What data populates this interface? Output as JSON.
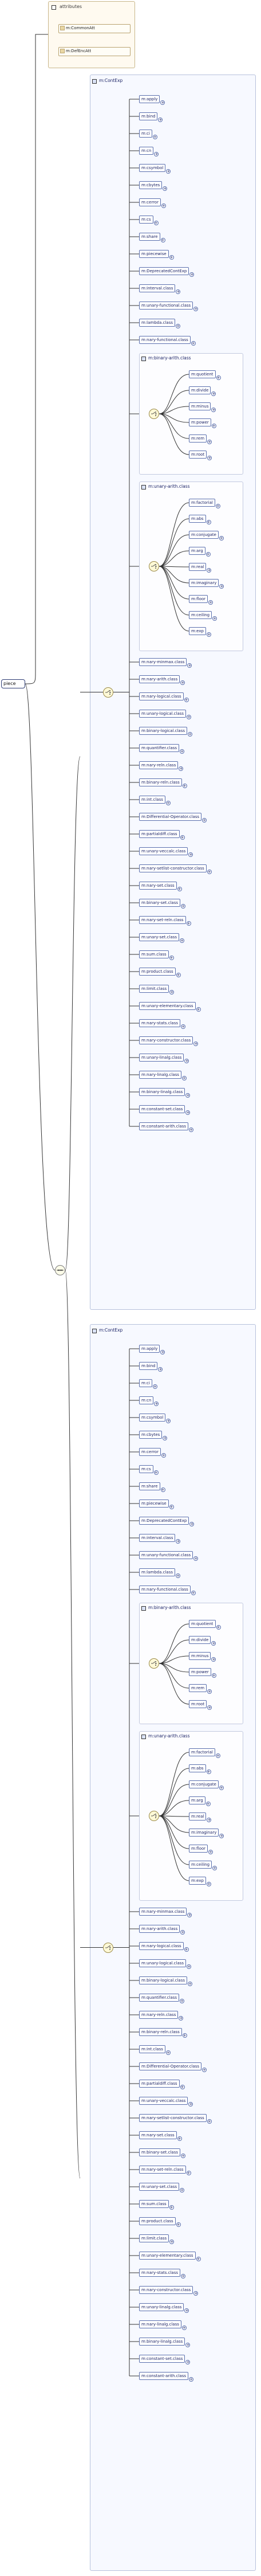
{
  "root": {
    "label": "piece"
  },
  "attributes": {
    "header": "attributes",
    "items": [
      "m:CommonAtt",
      "m:DefEncAtt"
    ]
  },
  "groups": [
    {
      "title": "m:ContExp",
      "before": [
        "m:apply",
        "m:bind",
        "m:ci",
        "m:cn",
        "m:csymbol",
        "m:cbytes",
        "m:cerror",
        "m:cs",
        "m:share",
        "m:piecewise",
        "m:DeprecatedContExp",
        "m:interval.class",
        "m:unary-functional.class",
        "m:lambda.class",
        "m:nary-functional.class"
      ],
      "binary": {
        "title": "m:binary-arith.class",
        "items": [
          "m:quotient",
          "m:divide",
          "m:minus",
          "m:power",
          "m:rem",
          "m:root"
        ]
      },
      "unary": {
        "title": "m:unary-arith.class",
        "items": [
          "m:factorial",
          "m:abs",
          "m:conjugate",
          "m:arg",
          "m:real",
          "m:imaginary",
          "m:floor",
          "m:ceiling",
          "m:exp"
        ]
      },
      "after": [
        "m:nary-minmax.class",
        "m:nary-arith.class",
        "m:nary-logical.class",
        "m:unary-logical.class",
        "m:binary-logical.class",
        "m:quantifier.class",
        "m:nary-reln.class",
        "m:binary-reln.class",
        "m:int.class",
        "m:Differential-Operator.class",
        "m:partialdiff.class",
        "m:unary-veccalc.class",
        "m:nary-setlist-constructor.class",
        "m:nary-set.class",
        "m:binary-set.class",
        "m:nary-set-reln.class",
        "m:unary-set.class",
        "m:sum.class",
        "m:product.class",
        "m:limit.class",
        "m:unary-elementary.class",
        "m:nary-stats.class",
        "m:nary-constructor.class",
        "m:unary-linalg.class",
        "m:nary-linalg.class",
        "m:binary-linalg.class",
        "m:constant-set.class",
        "m:constant-arith.class"
      ]
    },
    {
      "title": "m:ContExp",
      "before": [
        "m:apply",
        "m:bind",
        "m:ci",
        "m:cn",
        "m:csymbol",
        "m:cbytes",
        "m:cerror",
        "m:cs",
        "m:share",
        "m:piecewise",
        "m:DeprecatedContExp",
        "m:interval.class",
        "m:unary-functional.class",
        "m:lambda.class",
        "m:nary-functional.class"
      ],
      "binary": {
        "title": "m:binary-arith.class",
        "items": [
          "m:quotient",
          "m:divide",
          "m:minus",
          "m:power",
          "m:rem",
          "m:root"
        ]
      },
      "unary": {
        "title": "m:unary-arith.class",
        "items": [
          "m:factorial",
          "m:abs",
          "m:conjugate",
          "m:arg",
          "m:real",
          "m:imaginary",
          "m:floor",
          "m:ceiling",
          "m:exp"
        ]
      },
      "after": [
        "m:nary-minmax.class",
        "m:nary-arith.class",
        "m:nary-logical.class",
        "m:unary-logical.class",
        "m:binary-logical.class",
        "m:quantifier.class",
        "m:nary-reln.class",
        "m:binary-reln.class",
        "m:int.class",
        "m:Differential-Operator.class",
        "m:partialdiff.class",
        "m:unary-veccalc.class",
        "m:nary-setlist-constructor.class",
        "m:nary-set.class",
        "m:binary-set.class",
        "m:nary-set-reln.class",
        "m:unary-set.class",
        "m:sum.class",
        "m:product.class",
        "m:limit.class",
        "m:unary-elementary.class",
        "m:nary-stats.class",
        "m:nary-constructor.class",
        "m:unary-linalg.class",
        "m:nary-linalg.class",
        "m:binary-linalg.class",
        "m:constant-set.class",
        "m:constant-arith.class"
      ]
    }
  ]
}
